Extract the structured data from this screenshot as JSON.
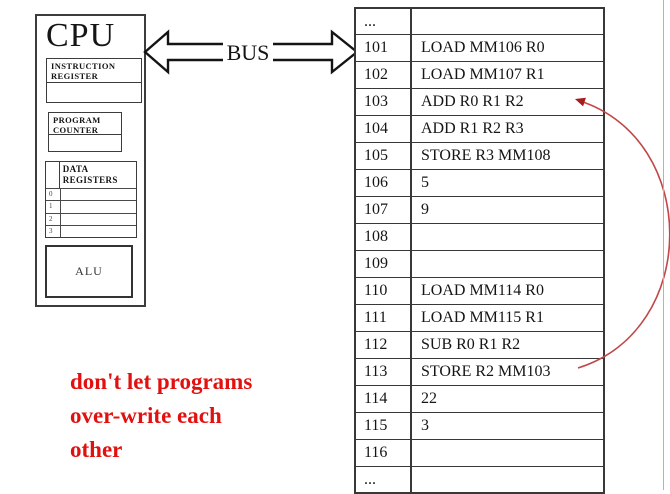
{
  "cpu": {
    "title": "CPU",
    "instruction_register_label": "INSTRUCTION REGISTER",
    "program_counter_label": "PROGRAM COUNTER",
    "data_registers": {
      "header": "DATA REGISTERS",
      "row_labels": [
        "0",
        "1",
        "2",
        "3"
      ]
    },
    "alu_label": "ALU"
  },
  "bus": {
    "label": "BUS"
  },
  "memory": {
    "rows": [
      {
        "addr": "...",
        "value": ""
      },
      {
        "addr": "101",
        "value": "LOAD MM106 R0"
      },
      {
        "addr": "102",
        "value": "LOAD MM107 R1"
      },
      {
        "addr": "103",
        "value": "ADD R0 R1 R2"
      },
      {
        "addr": "104",
        "value": "ADD R1 R2 R3"
      },
      {
        "addr": "105",
        "value": "STORE R3 MM108"
      },
      {
        "addr": "106",
        "value": "5"
      },
      {
        "addr": "107",
        "value": "9"
      },
      {
        "addr": "108",
        "value": ""
      },
      {
        "addr": "109",
        "value": ""
      },
      {
        "addr": "110",
        "value": "LOAD MM114 R0"
      },
      {
        "addr": "111",
        "value": "LOAD MM115 R1"
      },
      {
        "addr": "112",
        "value": "SUB R0 R1 R2"
      },
      {
        "addr": "113",
        "value": "STORE R2 MM103"
      },
      {
        "addr": "114",
        "value": "22"
      },
      {
        "addr": "115",
        "value": "3"
      },
      {
        "addr": "116",
        "value": ""
      },
      {
        "addr": "...",
        "value": ""
      }
    ]
  },
  "annotation": {
    "lines": [
      "don't let programs",
      "over-write each",
      "other"
    ],
    "color": "#e2100e"
  },
  "overwrite_arrow": {
    "from_address": "113",
    "to_address": "103",
    "color": "#bf4848"
  }
}
